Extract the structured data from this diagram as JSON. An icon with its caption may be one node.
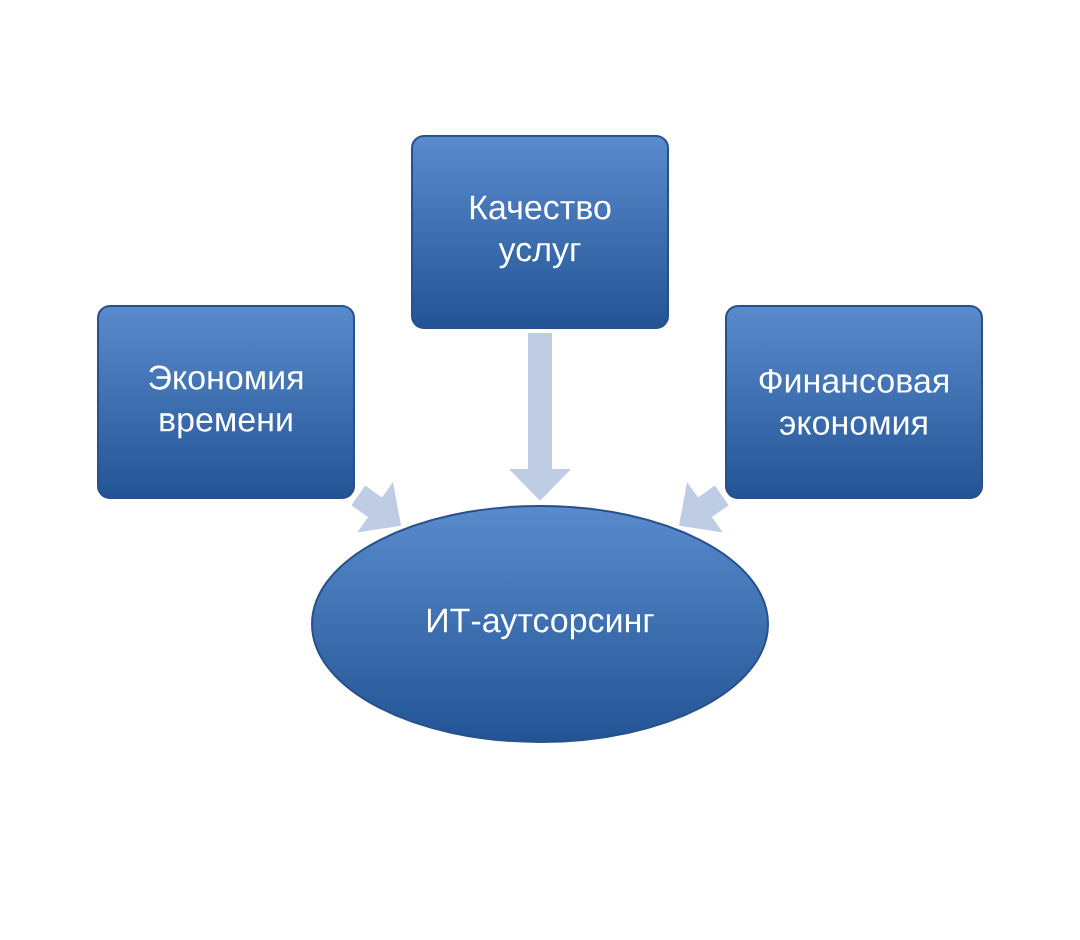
{
  "diagram": {
    "nodes": [
      {
        "text": [
          "Экономия времени"
        ]
      },
      {
        "text": [
          "Качество услуг"
        ]
      },
      {
        "text": [
          "Финансовая экономия"
        ]
      },
      {
        "text": [
          "ИТ-аутсорсинг"
        ]
      }
    ],
    "edges": [
      {
        "from": 0,
        "to": 3,
        "arrow": "to"
      },
      {
        "from": 1,
        "to": 3,
        "arrow": "to"
      },
      {
        "from": 2,
        "to": 3,
        "arrow": "to"
      }
    ]
  }
}
